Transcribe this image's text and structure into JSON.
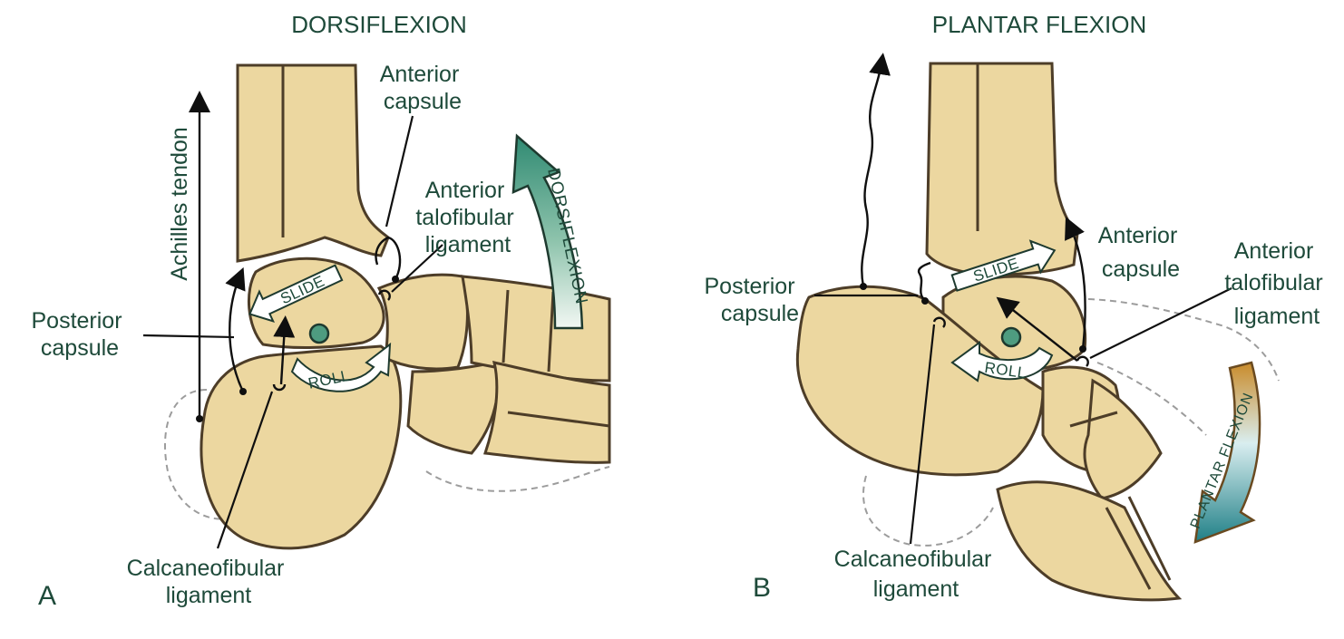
{
  "panel_a": {
    "title": "DORSIFLEXION",
    "letter": "A",
    "labels": {
      "achilles_tendon": "Achilles tendon",
      "anterior_capsule": [
        "Anterior",
        "capsule"
      ],
      "anterior_talofibular": [
        "Anterior",
        "talofibular",
        "ligament"
      ],
      "posterior_capsule": [
        "Posterior",
        "capsule"
      ],
      "calcaneofibular": [
        "Calcaneofibular",
        "ligament"
      ]
    },
    "arrows": {
      "slide": "SLIDE",
      "roll": "ROLL",
      "motion": "DORSIFLEXION"
    }
  },
  "panel_b": {
    "title": "PLANTAR FLEXION",
    "letter": "B",
    "labels": {
      "anterior_capsule": [
        "Anterior",
        "capsule"
      ],
      "anterior_talofibular": [
        "Anterior",
        "talofibular",
        "ligament"
      ],
      "posterior_capsule": [
        "Posterior",
        "capsule"
      ],
      "calcaneofibular": [
        "Calcaneofibular",
        "ligament"
      ]
    },
    "arrows": {
      "slide": "SLIDE",
      "roll": "ROLL",
      "motion": "PLANTAR FLEXION"
    }
  },
  "colors": {
    "bone_fill": "#ecd7a0",
    "bone_outline": "#4d3d28",
    "label_text": "#1e4a3a",
    "dorsiflexion_arrow": "#2f8a72",
    "plantar_arrow_top": "#c98b2a",
    "plantar_arrow_mid": "#9fd3d8",
    "plantar_arrow_bottom": "#1f7f86",
    "axis_dot": "#4e9c80"
  }
}
